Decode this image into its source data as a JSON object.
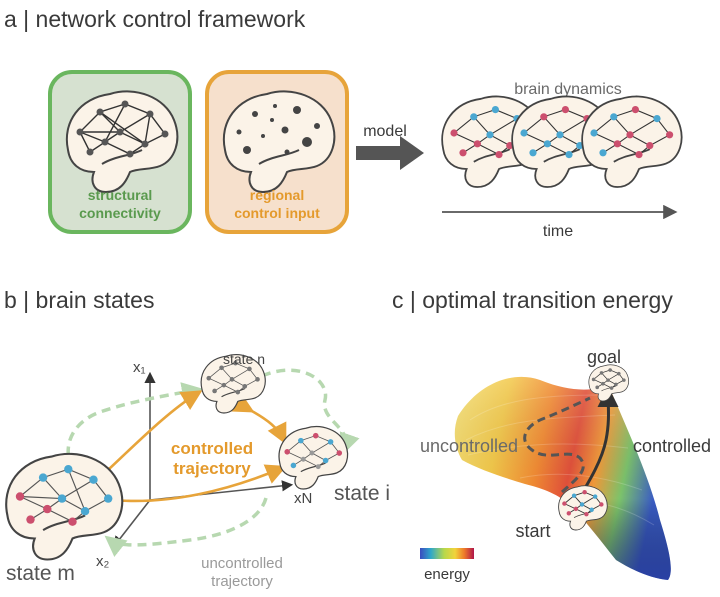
{
  "panel_a": {
    "title": "a | network control framework",
    "structural_label_1": "structural",
    "structural_label_2": "connectivity",
    "regional_label_1": "regional",
    "regional_label_2": "control input",
    "model_label": "model",
    "dynamics_label": "brain dynamics",
    "time_label": "time"
  },
  "panel_b": {
    "title": "b | brain states",
    "axis_x1": "x₁",
    "axis_x2": "x₂",
    "axis_xn": "xN",
    "state_n": "state n",
    "state_i": "state i",
    "state_m": "state m",
    "controlled_1": "controlled",
    "controlled_2": "trajectory",
    "uncontrolled_1": "uncontrolled",
    "uncontrolled_2": "trajectory"
  },
  "panel_c": {
    "title": "c | optimal transition energy",
    "goal": "goal",
    "start": "start",
    "uncontrolled": "uncontrolled",
    "controlled": "controlled",
    "energy_label": "energy"
  },
  "colors": {
    "green": "#6ab65e",
    "green_fill": "#d6e1d0",
    "orange": "#e7a43a",
    "orange_fill": "#f6e0cc",
    "orange_text": "#e49a2c",
    "blue_node": "#4aa7d1",
    "red_node": "#cc4f6e",
    "gray_node": "#555555",
    "dashed_green": "#b7d8b0"
  }
}
